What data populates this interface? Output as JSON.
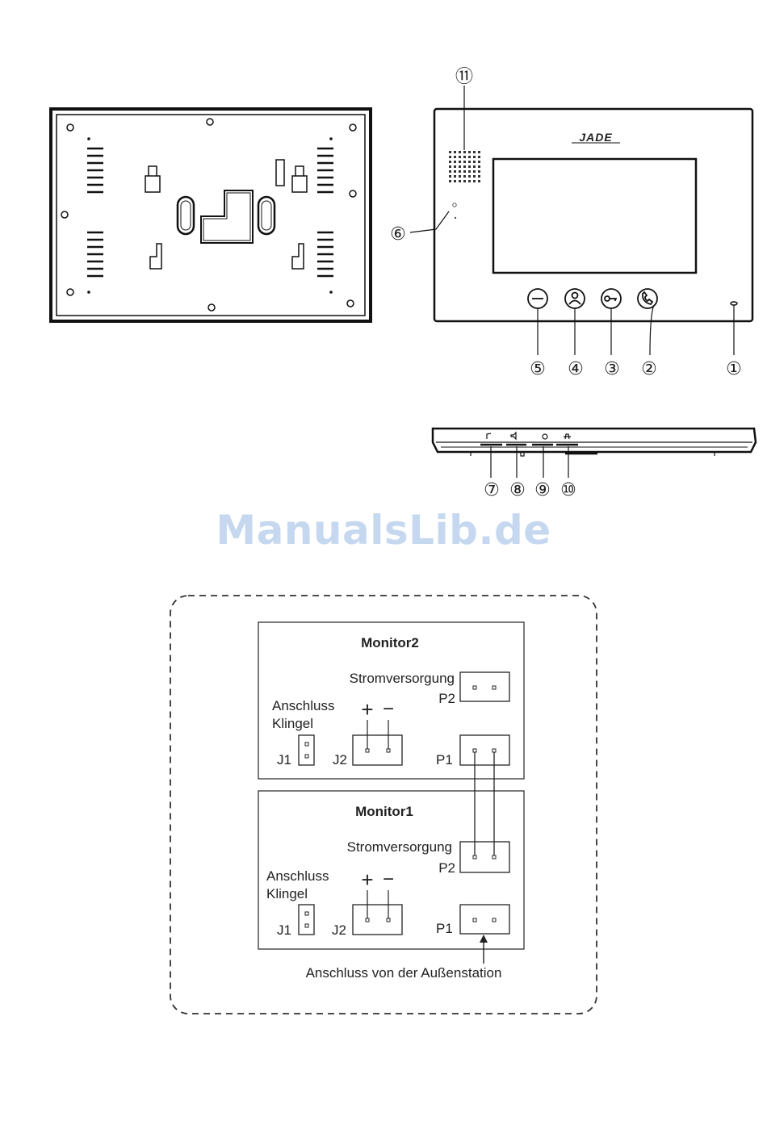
{
  "brand": "JADE",
  "watermark": "ManualsLib.de",
  "callouts": [
    "①",
    "②",
    "③",
    "④",
    "⑤",
    "⑥",
    "⑦",
    "⑧",
    "⑨",
    "⑩",
    "⑪"
  ],
  "wiring": {
    "monitor2": {
      "title": "Monitor2",
      "power_label": "Stromversorgung",
      "p2": "P2",
      "bell_label_1": "Anschluss",
      "bell_label_2": "Klingel",
      "plus": "+",
      "minus": "−",
      "j1": "J1",
      "j2": "J2",
      "p1": "P1"
    },
    "monitor1": {
      "title": "Monitor1",
      "power_label": "Stromversorgung",
      "p2": "P2",
      "bell_label_1": "Anschluss",
      "bell_label_2": "Klingel",
      "plus": "+",
      "minus": "−",
      "j1": "J1",
      "j2": "J2",
      "p1": "P1"
    },
    "outdoor_label": "Anschluss von der Außenstation"
  }
}
